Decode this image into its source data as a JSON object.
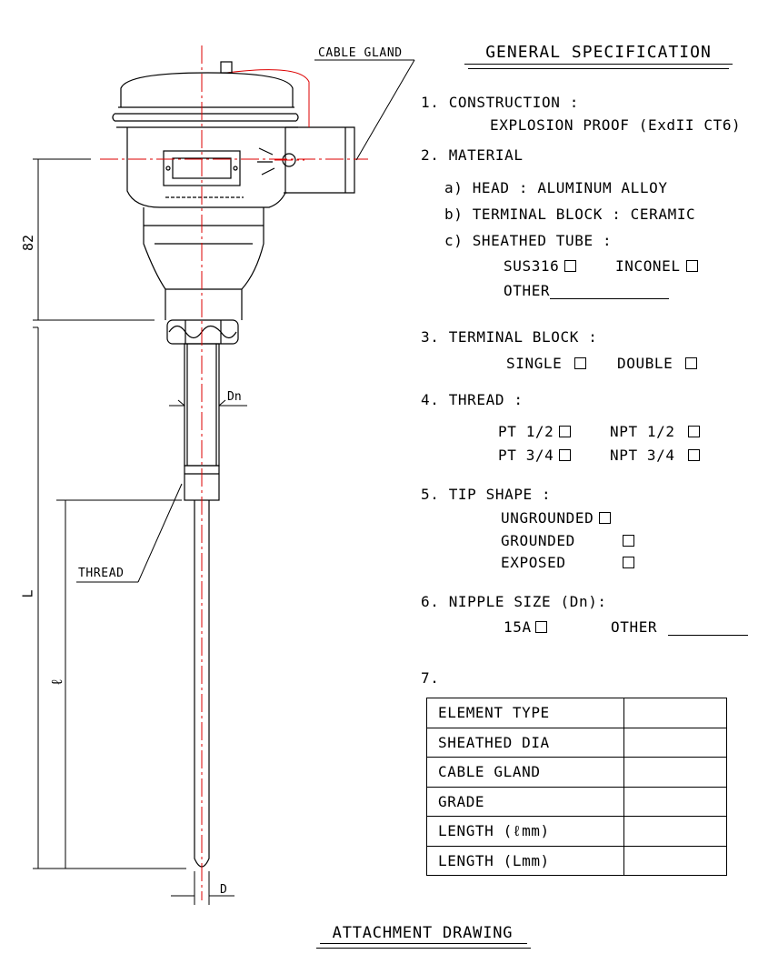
{
  "drawing": {
    "cable_gland_label": "CABLE GLAND",
    "thread_label": "THREAD",
    "dim_82": "82",
    "dim_L": "L",
    "dim_l": "ℓ",
    "dim_Dn": "Dn",
    "dim_D": "D"
  },
  "spec": {
    "title": "GENERAL SPECIFICATION",
    "s1": {
      "label": "1. CONSTRUCTION :",
      "value": "EXPLOSION PROOF (ExdII CT6)"
    },
    "s2": {
      "label": "2. MATERIAL",
      "a": "a) HEAD : ALUMINUM ALLOY",
      "b": "b) TERMINAL BLOCK : CERAMIC",
      "c": "c) SHEATHED TUBE :",
      "opt1": "SUS316",
      "opt2": "INCONEL",
      "other": "OTHER"
    },
    "s3": {
      "label": "3. TERMINAL BLOCK :",
      "opt1": "SINGLE",
      "opt2": "DOUBLE"
    },
    "s4": {
      "label": "4. THREAD :",
      "opt1": "PT 1/2",
      "opt2": "NPT 1/2",
      "opt3": "PT 3/4",
      "opt4": "NPT 3/4"
    },
    "s5": {
      "label": "5. TIP SHAPE :",
      "opt1": "UNGROUNDED",
      "opt2": "GROUNDED",
      "opt3": "EXPOSED"
    },
    "s6": {
      "label": "6. NIPPLE SIZE (Dn):",
      "opt1": "15A",
      "other": "OTHER"
    },
    "s7": {
      "label": "7."
    },
    "table": [
      {
        "key": "ELEMENT TYPE",
        "value": ""
      },
      {
        "key": "SHEATHED DIA",
        "value": ""
      },
      {
        "key": "CABLE GLAND",
        "value": ""
      },
      {
        "key": "GRADE",
        "value": ""
      },
      {
        "key": "LENGTH  (ℓmm)",
        "value": ""
      },
      {
        "key": "LENGTH  (Lmm)",
        "value": ""
      }
    ]
  },
  "footer": {
    "title": "ATTACHMENT DRAWING"
  },
  "colors": {
    "centerline": "#dd0000",
    "ink": "#000000"
  }
}
